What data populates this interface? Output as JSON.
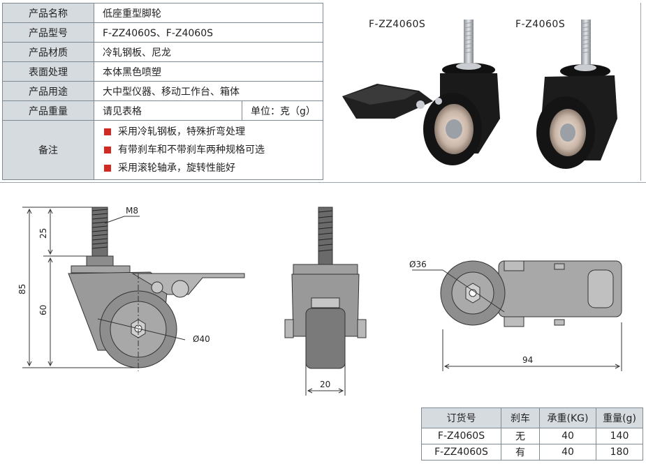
{
  "spec": {
    "rows": [
      {
        "label": "产品名称",
        "value": "低座重型脚轮"
      },
      {
        "label": "产品型号",
        "value": "F-ZZ4060S、F-Z4060S"
      },
      {
        "label": "产品材质",
        "value": "冷轧钢板、尼龙"
      },
      {
        "label": "表面处理",
        "value": "本体黑色喷塑"
      },
      {
        "label": "产品用途",
        "value": "大中型仪器、移动工作台、箱体"
      }
    ],
    "weight_label": "产品重量",
    "weight_value": "请见表格",
    "weight_unit": "单位：克（g）",
    "notes_label": "备注",
    "notes": [
      "采用冷轧钢板，特殊折弯处理",
      "有带刹车和不带刹车两种规格可选",
      "采用滚轮轴承，旋转性能好"
    ]
  },
  "photos": {
    "left_label": "F-ZZ4060S",
    "right_label": "F-Z4060S"
  },
  "drawing": {
    "thread": "M8",
    "dim_25": "25",
    "dim_85": "85",
    "dim_60": "60",
    "dia_40": "Ø40",
    "width_20": "20",
    "dia_36": "Ø36",
    "length_94": "94"
  },
  "order": {
    "headers": [
      "订货号",
      "刹车",
      "承重(KG)",
      "重量(g)"
    ],
    "rows": [
      [
        "F-Z4060S",
        "无",
        "40",
        "140"
      ],
      [
        "F-ZZ4060S",
        "有",
        "40",
        "180"
      ]
    ]
  }
}
